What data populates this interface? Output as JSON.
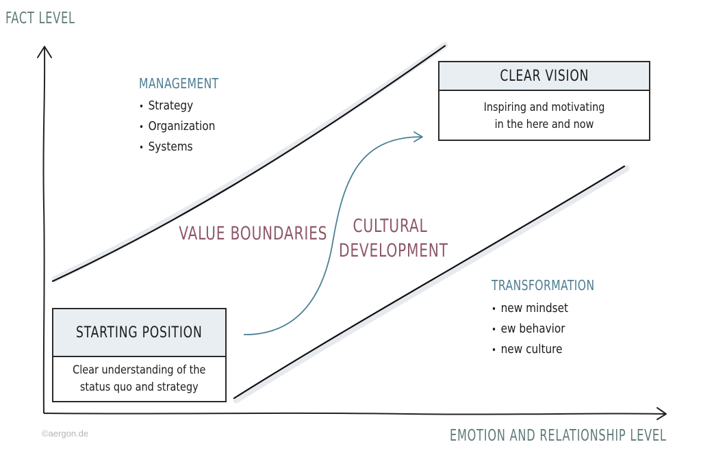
{
  "axes": {
    "y_label": "FACT LEVEL",
    "x_label": "EMOTION AND RELATIONSHIP LEVEL"
  },
  "management": {
    "title": "MANAGEMENT",
    "items": [
      "Strategy",
      "Organization",
      "Systems"
    ]
  },
  "transformation": {
    "title": "TRANSFORMATION",
    "items": [
      "new mindset",
      "ew behavior",
      "new culture"
    ]
  },
  "value_boundaries": "VALUE BOUNDARIES",
  "cultural_development": {
    "line1": "CULTURAL",
    "line2": "DEVELOPMENT"
  },
  "clear_vision": {
    "title": "CLEAR VISION",
    "line1": "Inspiring and motivating",
    "line2": "in the here and now"
  },
  "starting_position": {
    "title": "STARTING POSITION",
    "line1": "Clear understanding of the",
    "line2": "status quo and strategy"
  },
  "copyright": "©aergon.de",
  "colors": {
    "axis_label": "#5f7a78",
    "section_title": "#4d7d92",
    "center_label": "#8d5767",
    "arrow_curve": "#4a7f93",
    "box_header_bg": "#e8eef1",
    "line_shadow": "#e6eaee"
  }
}
